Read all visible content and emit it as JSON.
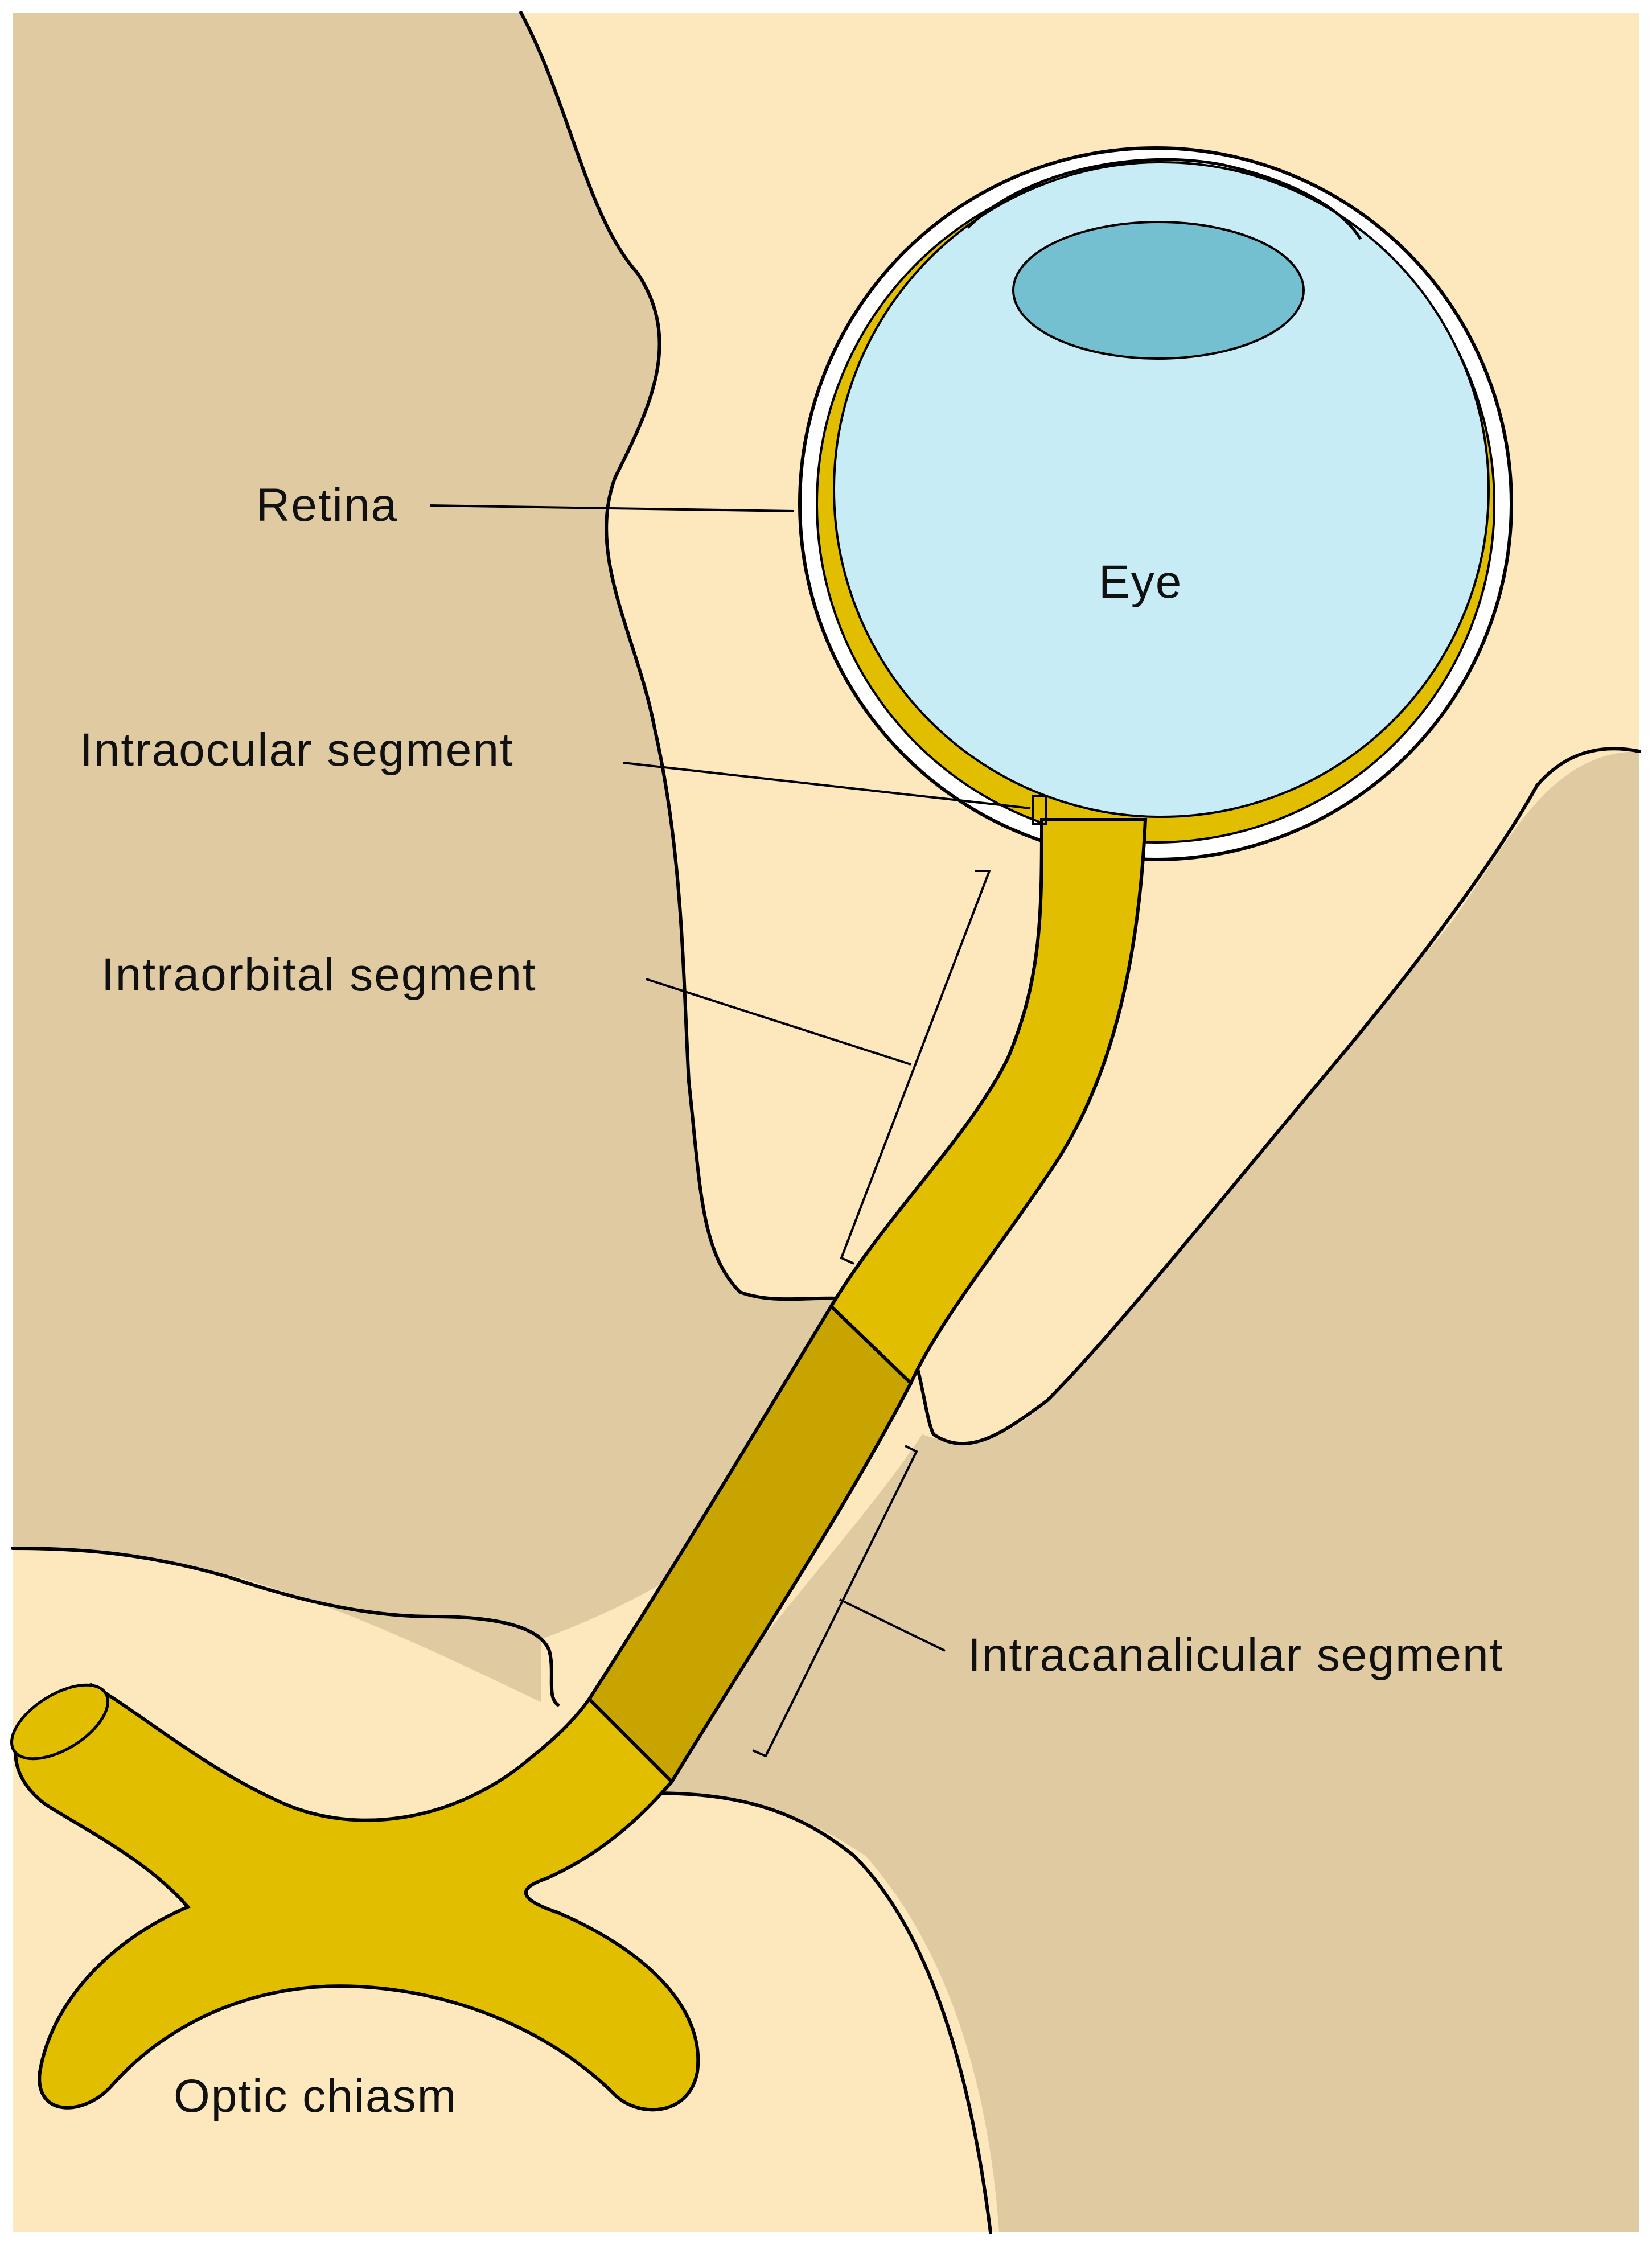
{
  "labels": {
    "retina": "Retina",
    "eye": "Eye",
    "intraocular": "Intraocular segment",
    "intraorbital": "Intraorbital segment",
    "intracanalicular": "Intracanalicular segment",
    "chiasm": "Optic chiasm"
  },
  "colors": {
    "bone": "#dfcaa2",
    "soft_tissue": "#fde7bc",
    "nerve": "#e2be00",
    "nerve_in_canal": "#c8a400",
    "eyeball": "#c8ecf6",
    "lens": "#74bfd0",
    "outline": "#000000"
  }
}
